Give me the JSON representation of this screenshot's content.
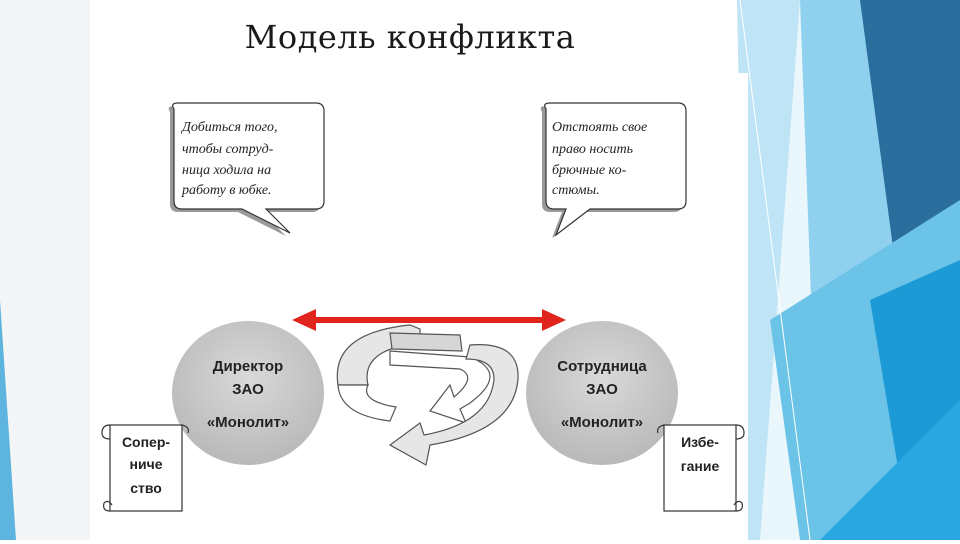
{
  "slide": {
    "title": "Модель конфликта"
  },
  "diagram": {
    "bubble_left": [
      "Добиться того,",
      "чтобы сотруд-",
      "ница ходила на",
      "работу в юбке."
    ],
    "bubble_right": [
      "Отстоять свое",
      "право носить",
      "брючные ко-",
      "стюмы."
    ],
    "party_left": {
      "line1": "Директор",
      "line2": "ЗАО",
      "line3": "«Монолит»"
    },
    "party_right": {
      "line1": "Сотрудница",
      "line2": "ЗАО",
      "line3": "«Монолит»"
    },
    "scroll_left": [
      "Сопер-",
      "ниче",
      "ство"
    ],
    "scroll_right": [
      "Избе-",
      "гание"
    ]
  },
  "colors": {
    "conflict_arrow": "#e0241b",
    "ellipse_fill": "#c8c8c8",
    "bg_accent_dark": "#2a6e9e",
    "bg_accent_light": "#6cc3e8"
  }
}
